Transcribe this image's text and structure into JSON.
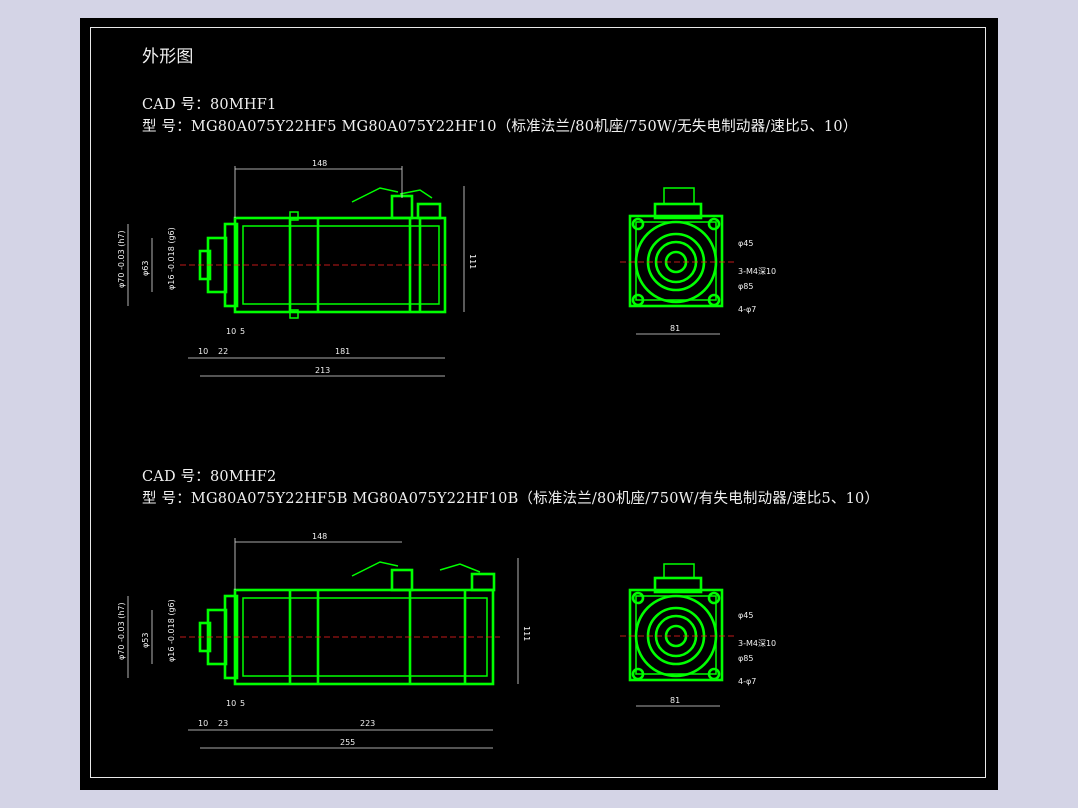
{
  "drawing": {
    "title": "外形图",
    "colors": {
      "background": "#000000",
      "outline": "#00ff00",
      "text": "#f0f0f0",
      "centerline": "#ff2020",
      "page": "#d4d4e6"
    }
  },
  "views": [
    {
      "cad_line": "CAD 号：80MHF1",
      "model_line": "型  号：MG80A075Y22HF5   MG80A075Y22HF10（标准法兰/80机座/750W/无失电制动器/速比5、10）",
      "dims": {
        "top": "148",
        "height": "111",
        "d1": "10",
        "d2": "22",
        "body": "181",
        "total": "213",
        "d3": "10",
        "d4": "5",
        "dia_outer": "φ70 -0.03 (h7)",
        "dia_mid": "φ63",
        "dia_shaft": "φ16 -0.018 (g6)",
        "pcd": "φ45",
        "holes": "3-M4深10",
        "flange": "φ85",
        "mount": "4-φ7",
        "sq": "81"
      }
    },
    {
      "cad_line": "CAD 号：80MHF2",
      "model_line": "型  号：MG80A075Y22HF5B   MG80A075Y22HF10B（标准法兰/80机座/750W/有失电制动器/速比5、10）",
      "dims": {
        "top": "148",
        "height": "111",
        "d1": "10",
        "d2": "23",
        "body": "223",
        "total": "255",
        "d3": "10",
        "d4": "5",
        "dia_outer": "φ70 -0.03 (h7)",
        "dia_mid": "φ53",
        "dia_shaft": "φ16 -0.018 (g6)",
        "pcd": "φ45",
        "holes": "3-M4深10",
        "flange": "φ85",
        "mount": "4-φ7",
        "sq": "81"
      }
    }
  ]
}
